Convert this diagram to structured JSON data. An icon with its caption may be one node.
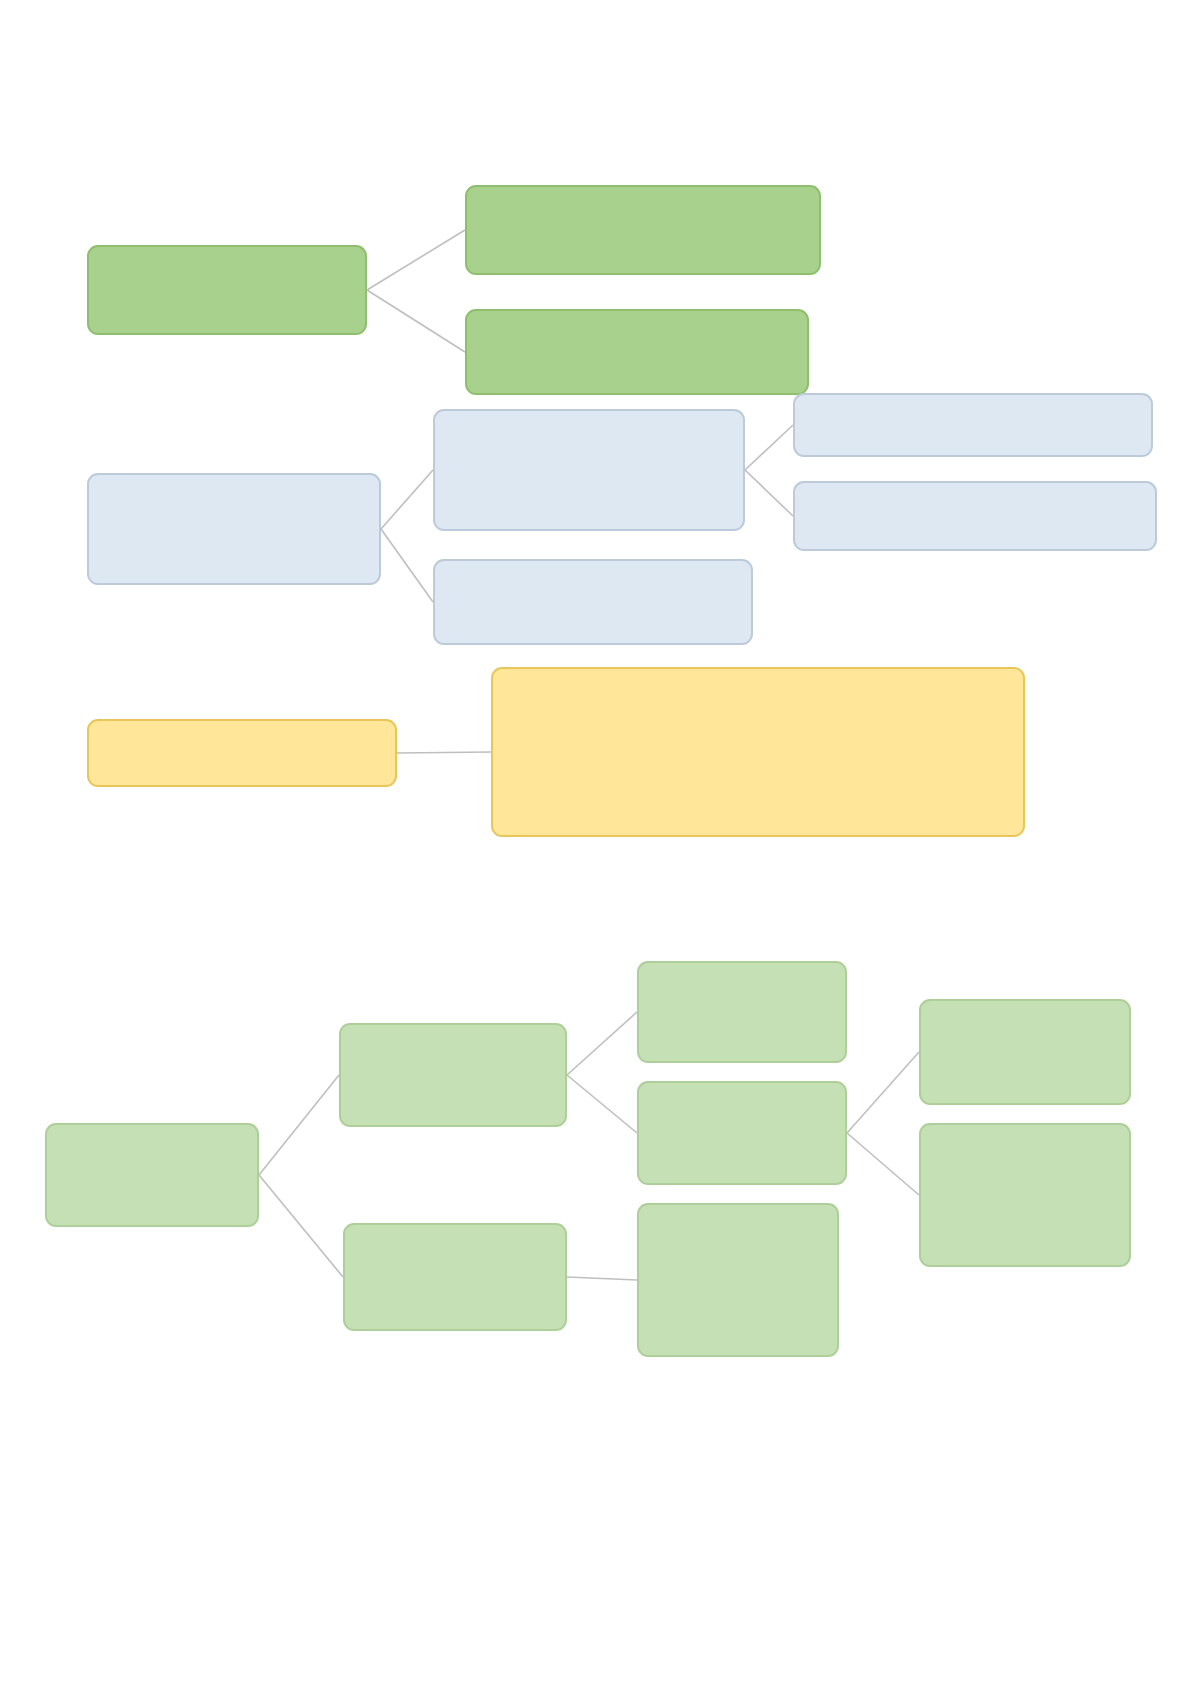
{
  "diagram": {
    "nodes": [
      {
        "text": [],
        "shape": "box"
      },
      {
        "text": [],
        "shape": "box"
      },
      {
        "text": [],
        "shape": "box"
      },
      {
        "text": [],
        "shape": "box"
      },
      {
        "text": [],
        "shape": "box"
      },
      {
        "text": [],
        "shape": "box"
      },
      {
        "text": [],
        "shape": "box"
      },
      {
        "text": [],
        "shape": "box"
      },
      {
        "text": [],
        "shape": "box"
      },
      {
        "text": [],
        "shape": "box"
      },
      {
        "text": [],
        "shape": "box"
      },
      {
        "text": [],
        "shape": "box"
      },
      {
        "text": [],
        "shape": "box"
      },
      {
        "text": [],
        "shape": "box"
      },
      {
        "text": [],
        "shape": "box"
      },
      {
        "text": [],
        "shape": "box"
      },
      {
        "text": [],
        "shape": "box"
      },
      {
        "text": [],
        "shape": "box"
      }
    ],
    "edges": [
      {
        "from": 0,
        "to": 1,
        "arrow": "none"
      },
      {
        "from": 0,
        "to": 2,
        "arrow": "none"
      },
      {
        "from": 3,
        "to": 4,
        "arrow": "none"
      },
      {
        "from": 3,
        "to": 5,
        "arrow": "none"
      },
      {
        "from": 4,
        "to": 6,
        "arrow": "none"
      },
      {
        "from": 4,
        "to": 7,
        "arrow": "none"
      },
      {
        "from": 8,
        "to": 9,
        "arrow": "none"
      },
      {
        "from": 10,
        "to": 11,
        "arrow": "none"
      },
      {
        "from": 10,
        "to": 12,
        "arrow": "none"
      },
      {
        "from": 11,
        "to": 13,
        "arrow": "none"
      },
      {
        "from": 11,
        "to": 14,
        "arrow": "none"
      },
      {
        "from": 12,
        "to": 15,
        "arrow": "none"
      },
      {
        "from": 14,
        "to": 16,
        "arrow": "none"
      },
      {
        "from": 14,
        "to": 17,
        "arrow": "none"
      }
    ]
  }
}
